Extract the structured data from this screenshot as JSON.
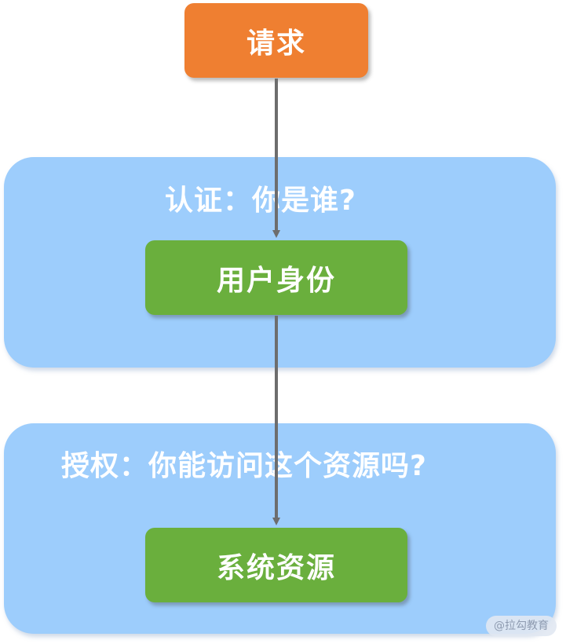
{
  "nodes": {
    "request": "请求",
    "identity": "用户身份",
    "resource": "系统资源"
  },
  "panels": {
    "authentication": "认证：你是谁?",
    "authorization": "授权：你能访问这个资源吗?"
  },
  "watermark": "@拉勾教育",
  "colors": {
    "panel": "#9dcdfc",
    "request": "#ef7f31",
    "node": "#6aaf3d",
    "arrow": "#6d6d6d"
  }
}
